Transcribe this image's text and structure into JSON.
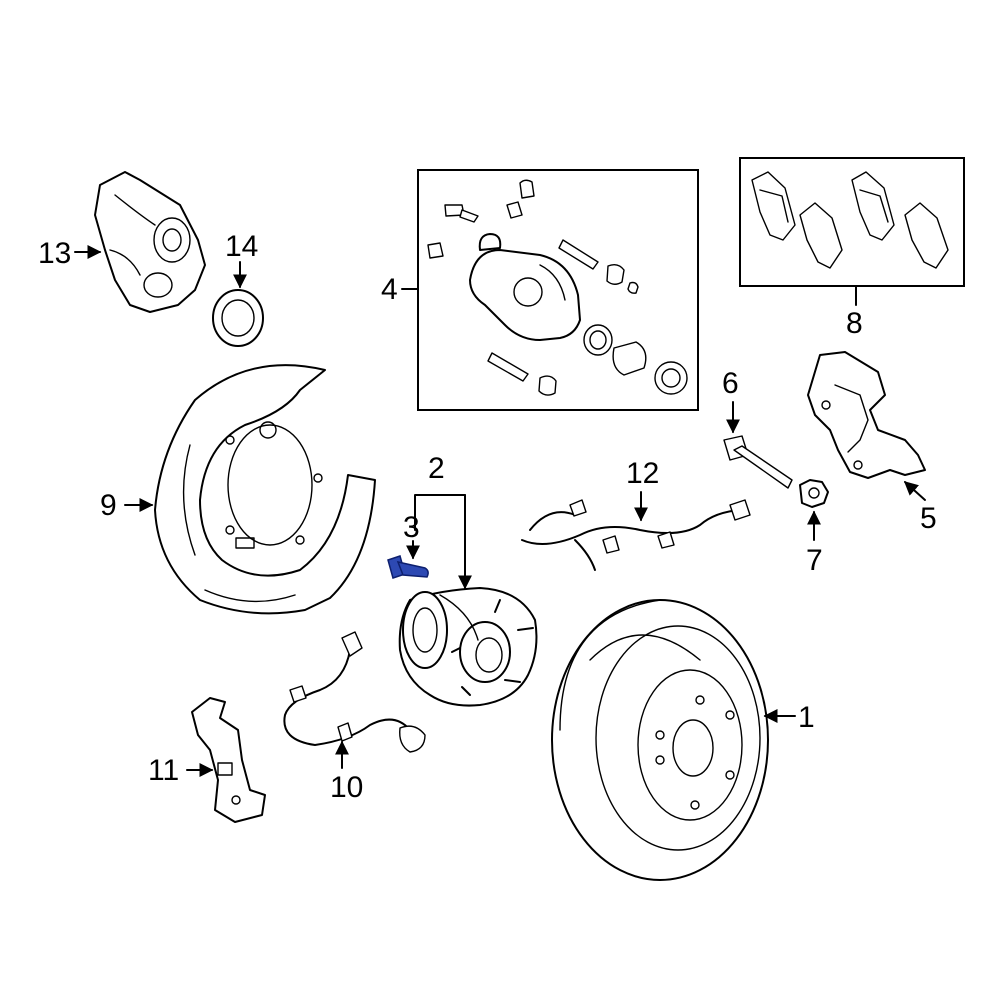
{
  "callouts": {
    "c1": "1",
    "c2": "2",
    "c3": "3",
    "c4": "4",
    "c5": "5",
    "c6": "6",
    "c7": "7",
    "c8": "8",
    "c9": "9",
    "c10": "10",
    "c11": "11",
    "c12": "12",
    "c13": "13",
    "c14": "14"
  },
  "highlight_color": "#2d49b3"
}
